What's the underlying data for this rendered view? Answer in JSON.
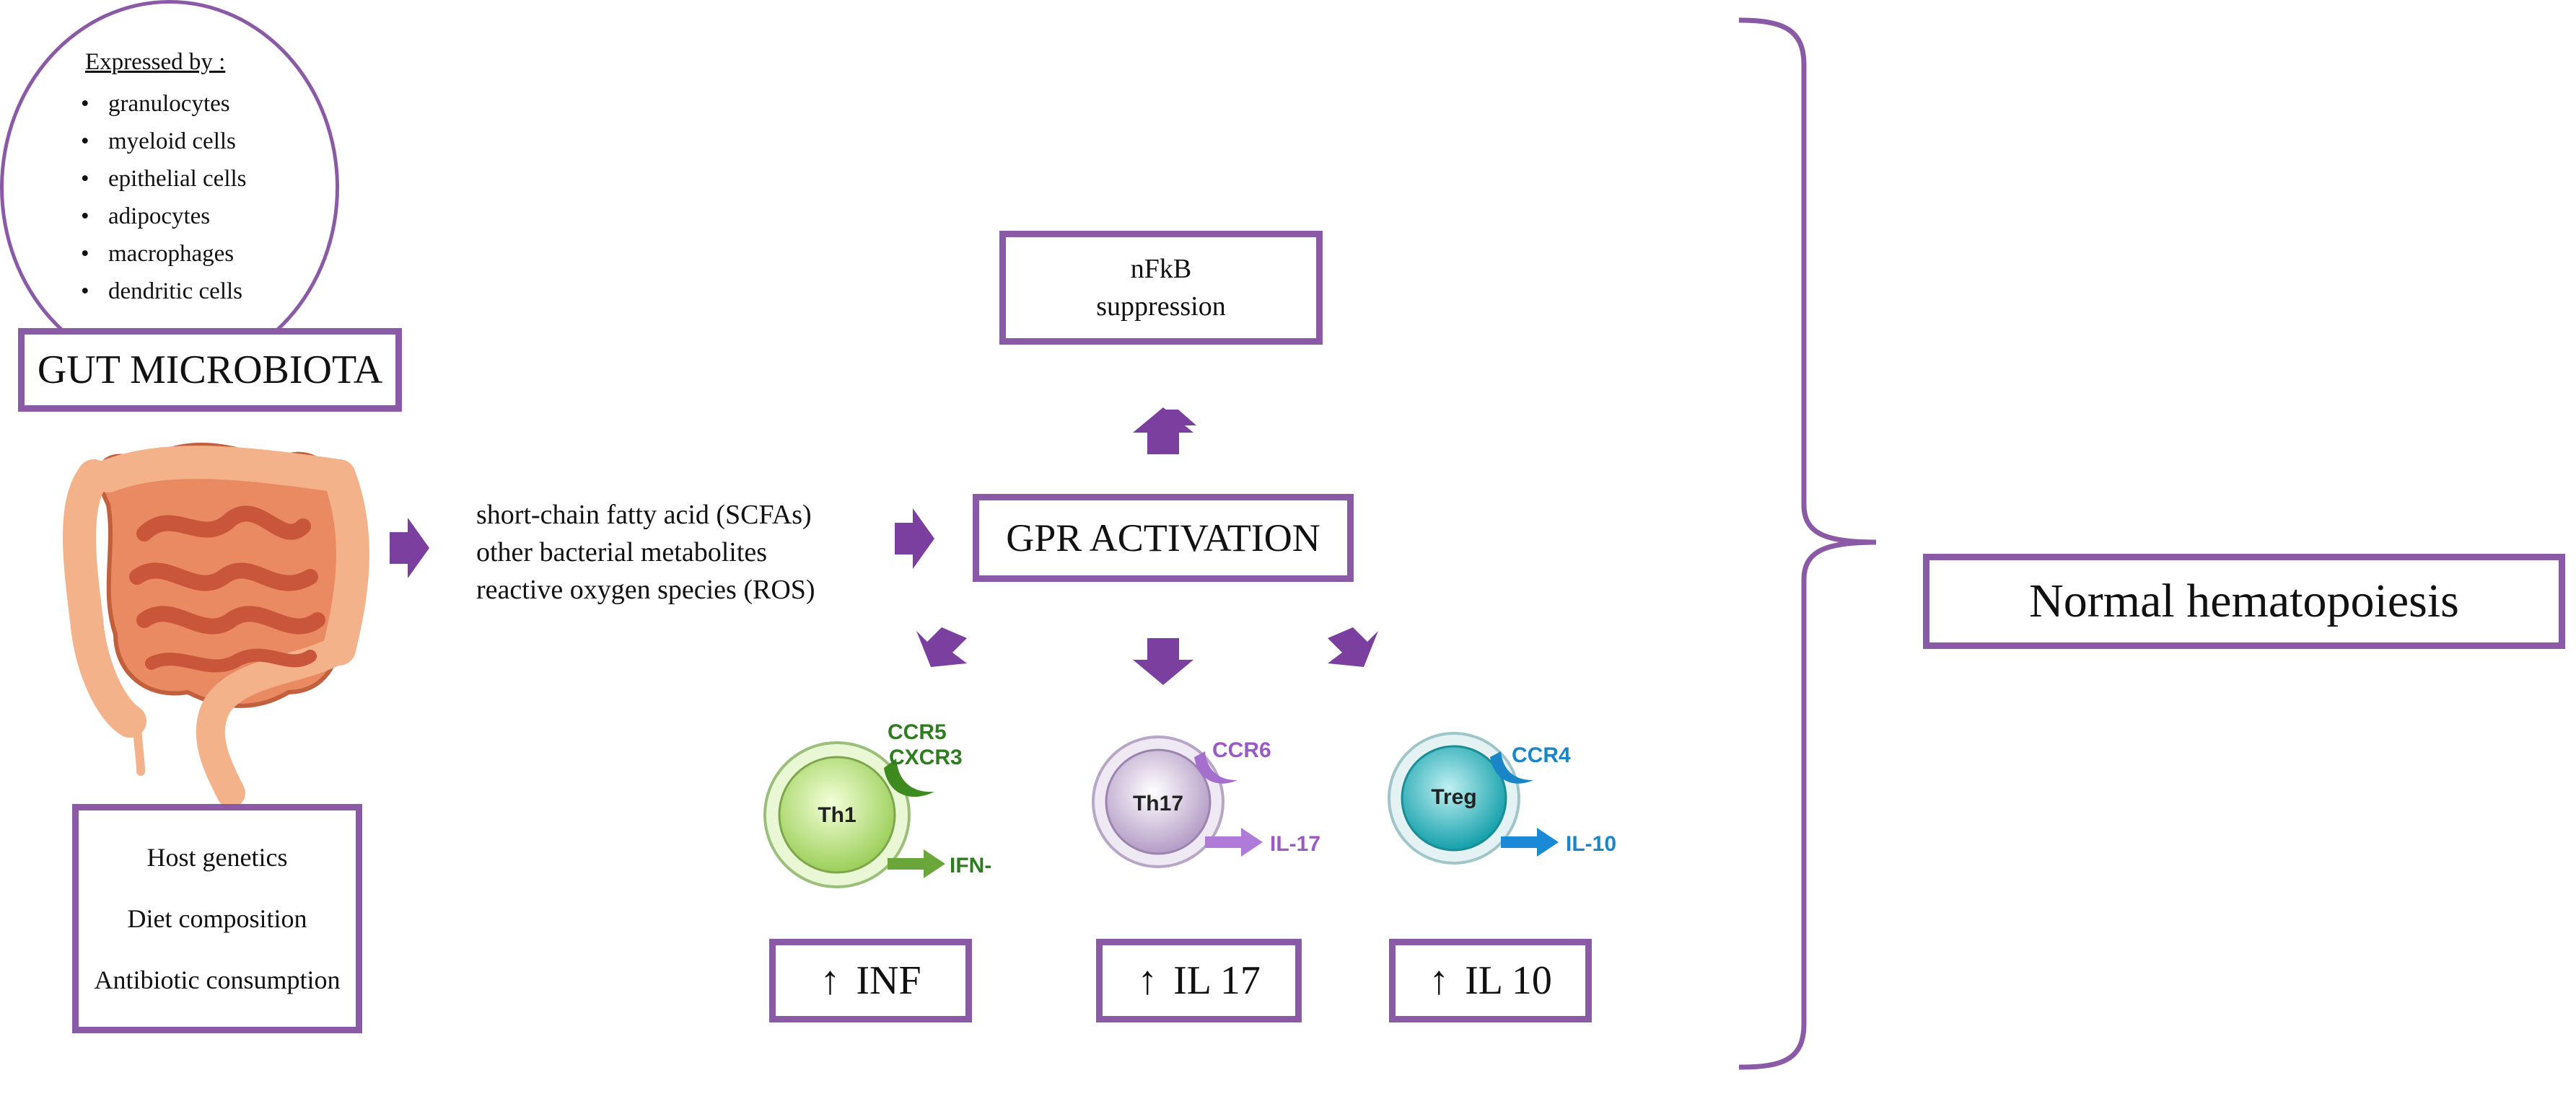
{
  "gut_microbiota": {
    "title": "GUT MICROBIOTA"
  },
  "host_factors": [
    "Host genetics",
    "Diet composition",
    "Antibiotic consumption"
  ],
  "metabolites": [
    "short-chain fatty acid (SCFAs)",
    "other bacterial metabolites",
    "reactive oxygen species (ROS)"
  ],
  "gpr": {
    "label": "GPR ACTIVATION"
  },
  "nfkb": {
    "line1": "nFkB",
    "line2": "suppression"
  },
  "expressed_by": {
    "title": "Expressed by :",
    "items": [
      "granulocytes",
      "myeloid cells",
      "epithelial cells",
      "adipocytes",
      "macrophages",
      "dendritic cells"
    ]
  },
  "cells": {
    "th1": {
      "name": "Th1",
      "receptors": [
        "CCR5",
        "CXCR3"
      ],
      "cytokine": "IFN-",
      "color": "#2e7d1f"
    },
    "th17": {
      "name": "Th17",
      "receptors": [
        "CCR6"
      ],
      "cytokine": "IL-17",
      "color": "#9b59c6"
    },
    "treg": {
      "name": "Treg",
      "receptors": [
        "CCR4"
      ],
      "cytokine": "IL-10",
      "color": "#1a86c8"
    }
  },
  "cytokines": [
    {
      "arrow": "↑",
      "label": "INF"
    },
    {
      "arrow": "↑",
      "label": "IL 17"
    },
    {
      "arrow": "↑",
      "label": "IL 10"
    }
  ],
  "outcome": {
    "label": "Normal hematopoiesis"
  },
  "colors": {
    "frame": "#8a5aa6",
    "arrow": "#7b3fa0"
  }
}
